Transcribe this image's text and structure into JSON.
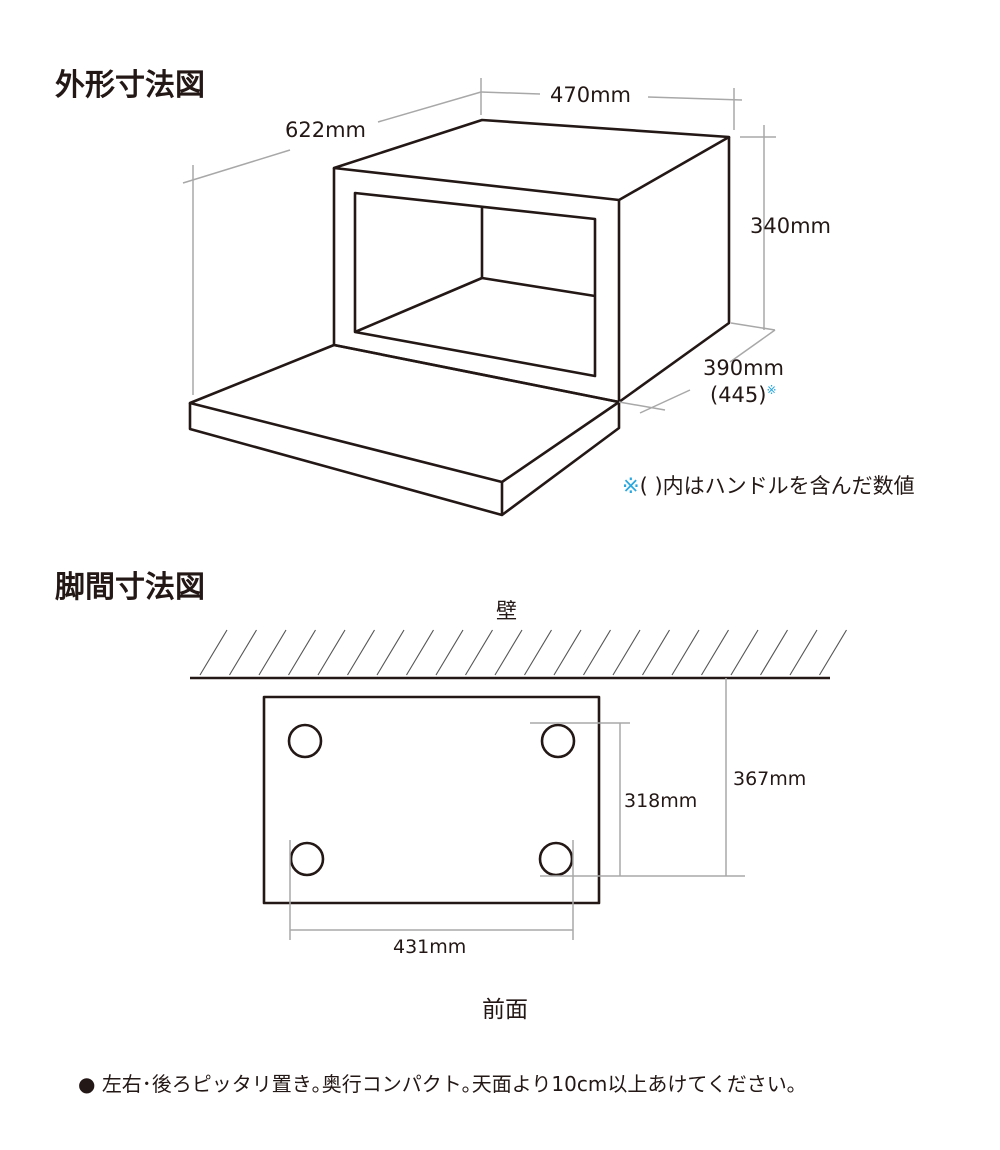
{
  "section1": {
    "title": "外形寸法図",
    "width": "470mm",
    "depth_total": "622mm",
    "height": "340mm",
    "depth_body": "390mm",
    "depth_handle": "(445)",
    "note_mark": "※",
    "note_text": "( )内はハンドルを含んだ数値"
  },
  "section2": {
    "title": "脚間寸法図",
    "wall_label": "壁",
    "front_label": "前面",
    "leg_depth": "318mm",
    "wall_to_leg": "367mm",
    "leg_width": "431mm"
  },
  "footer": {
    "bullet": "●",
    "text": "左右･後ろピッタリ置き｡奥行コンパクト｡天面より10cm以上あけてください｡"
  },
  "colors": {
    "accent": "#29a8e0",
    "line": "#231815",
    "dim_line": "#a8a8a8"
  }
}
